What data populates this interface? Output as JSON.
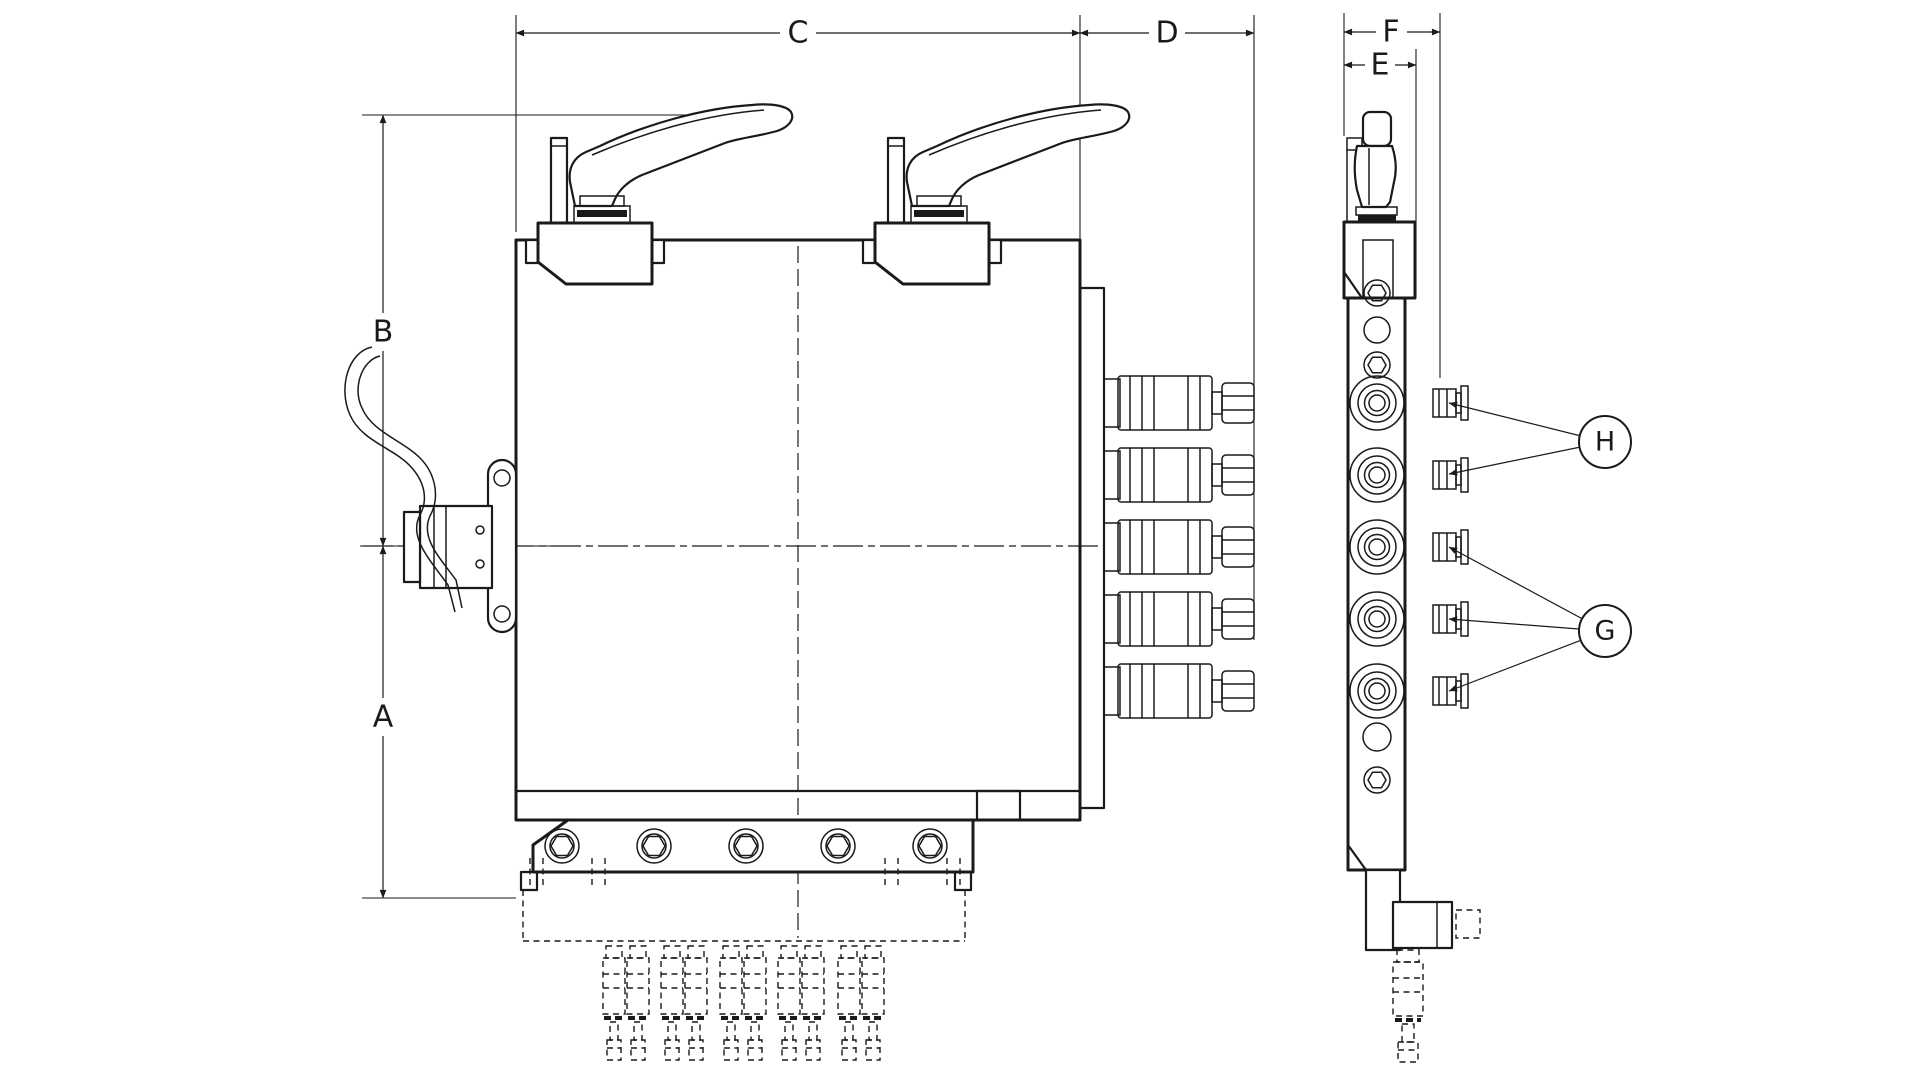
{
  "drawing": {
    "type": "engineering-dimension-drawing",
    "views": 2,
    "colors": {
      "line": "#1a1a1a",
      "background": "#ffffff"
    },
    "labels": {
      "dim_a": "A",
      "dim_b": "B",
      "dim_c": "C",
      "dim_d": "D",
      "dim_e": "E",
      "dim_f": "F"
    },
    "callouts": {
      "g": "G",
      "h": "H"
    }
  }
}
